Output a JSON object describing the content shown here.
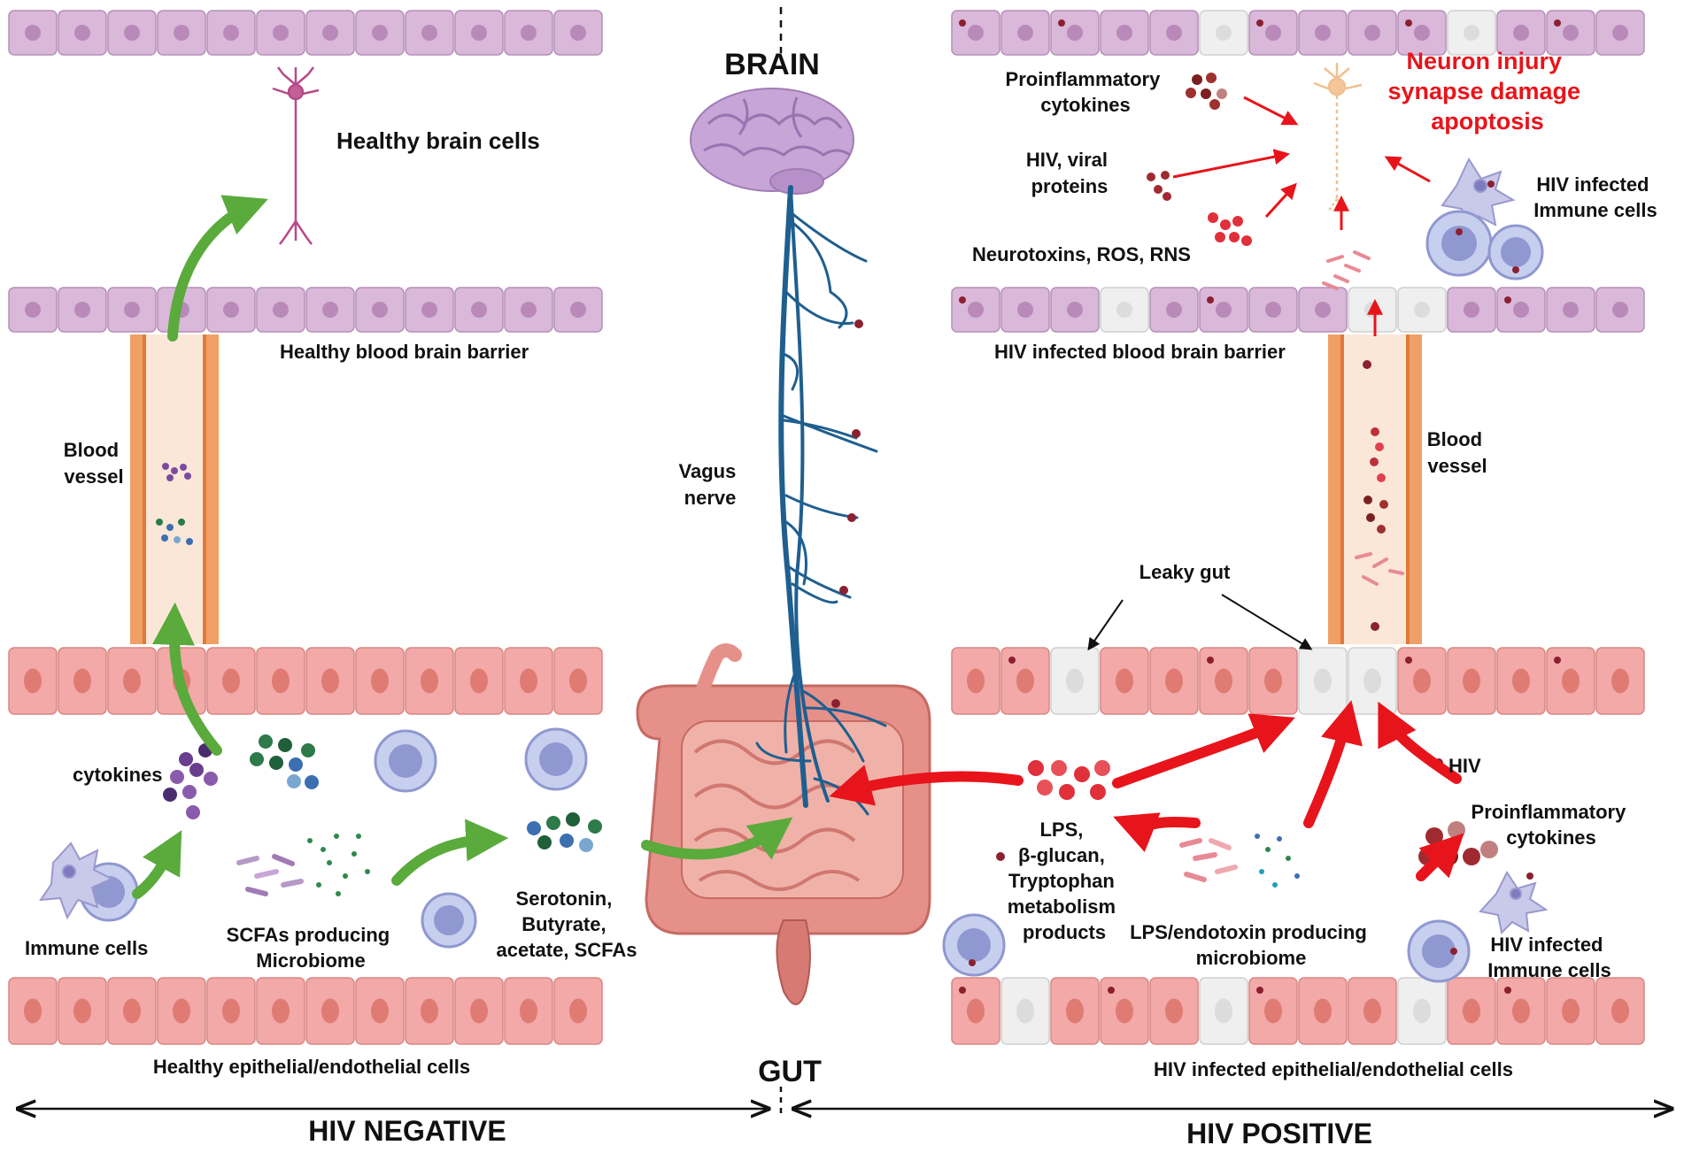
{
  "center": {
    "brain_label": "BRAIN",
    "gut_label": "GUT",
    "vagus_label_lines": [
      "Vagus",
      "nerve"
    ]
  },
  "left": {
    "healthy_brain_cells": "Healthy brain cells",
    "healthy_bbb": "Healthy blood brain barrier",
    "blood_vessel_lines": [
      "Blood",
      "vessel"
    ],
    "cytokines": "cytokines",
    "immune_cells": "Immune cells",
    "scfa_microbiome_lines": [
      "SCFAs producing",
      "Microbiome"
    ],
    "metabolites_lines": [
      "Serotonin,",
      "Butyrate,",
      "acetate, SCFAs"
    ],
    "epithelial": "Healthy epithelial/endothelial cells"
  },
  "right": {
    "proinflammatory_top_lines": [
      "Proinflammatory",
      "cytokines"
    ],
    "hiv_viral_lines": [
      "HIV, viral",
      "proteins"
    ],
    "neurotoxins": "Neurotoxins, ROS, RNS",
    "neuron_injury_lines": [
      "Neuron injury",
      "synapse damage",
      "apoptosis"
    ],
    "hiv_infected_immune_top_lines": [
      "HIV infected",
      "Immune cells"
    ],
    "hiv_bbb": "HIV infected blood brain barrier",
    "blood_vessel_lines": [
      "Blood",
      "vessel"
    ],
    "leaky_gut": "Leaky gut",
    "hiv": "HIV",
    "lps_lines": [
      "LPS,",
      "β-glucan,",
      "Tryptophan",
      "metabolism",
      "products"
    ],
    "lps_microbiome_lines": [
      "LPS/endotoxin producing",
      "microbiome"
    ],
    "proinflammatory_bottom_lines": [
      "Proinflammatory",
      "cytokines"
    ],
    "hiv_infected_immune_bottom_lines": [
      "HIV infected",
      "Immune cells"
    ],
    "epithelial": "HIV infected epithelial/endothelial cells"
  },
  "axis": {
    "hiv_negative": "HIV NEGATIVE",
    "hiv_positive": "HIV POSITIVE"
  },
  "colors": {
    "bbb_cell": "#d9b8d9",
    "gut_cell": "#f2a9a8",
    "vessel": "#f0a066",
    "nerve": "#1f5f8f",
    "green_arrow": "#5aaa3c",
    "red_arrow": "#e8141b"
  }
}
